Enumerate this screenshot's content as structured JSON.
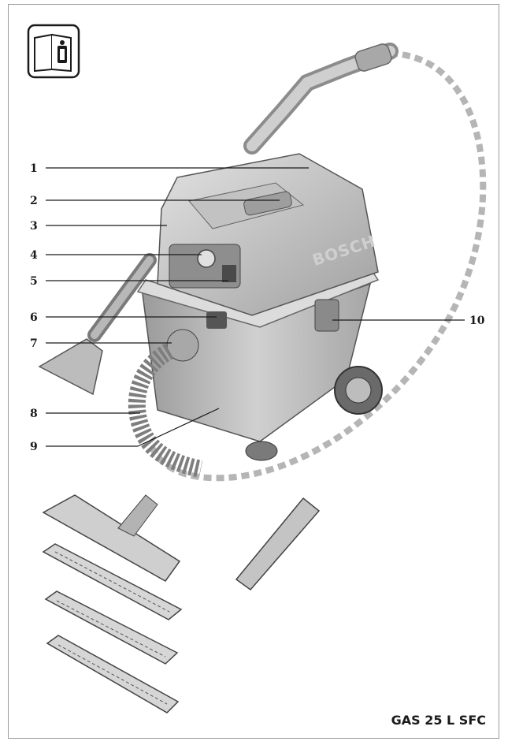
{
  "brand": "BOSCH",
  "model": "GAS 25 L SFC",
  "icons": {
    "manual": "manual-info-icon"
  },
  "callouts": [
    "1",
    "2",
    "3",
    "4",
    "5",
    "6",
    "7",
    "8",
    "9",
    "10"
  ],
  "colors": {
    "line": "#1a1a1a",
    "body_grey": "#c9c9c9",
    "dark_grey": "#8c8c8c",
    "frame": "#9a9a9a"
  }
}
